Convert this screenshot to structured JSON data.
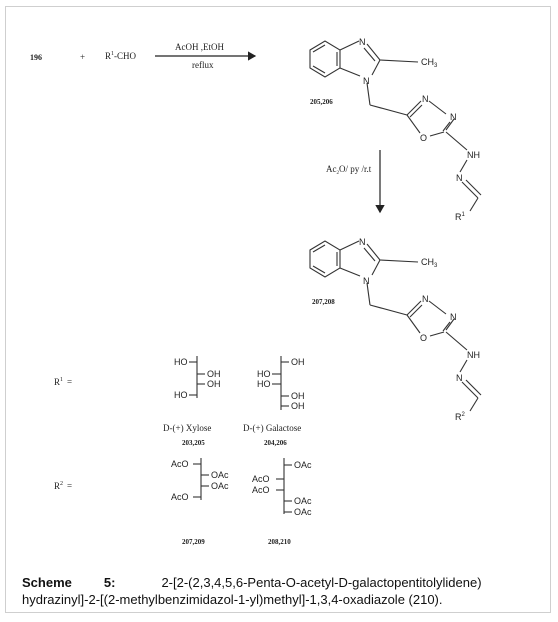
{
  "reaction": {
    "reactant_number": "196",
    "plus": "+",
    "aldehyde_r": "R",
    "aldehyde_sup": "1",
    "aldehyde_rest": "-CHO",
    "conditions_top": "AcOH ,EtOH",
    "conditions_bottom": "reflux",
    "product1_numbers": "205,206",
    "acetylation_a": "Ac",
    "acetylation_sub": "2",
    "acetylation_b": "O/ py /r.t",
    "product2_numbers": "207,208"
  },
  "atoms": {
    "N": "N",
    "O": "O",
    "NH": "NH",
    "CH3": "CH",
    "CH3_sub": "3",
    "R": "R",
    "R1_sup": "1",
    "R2_sup": "2"
  },
  "definitions": {
    "r1_label": "R",
    "r1_sup": "1",
    "r1_eq": "=",
    "r2_label": "R",
    "r2_sup": "2",
    "r2_eq": "=",
    "HO": "HO",
    "OH": "OH",
    "AcO": "AcO",
    "OAc": "OAc",
    "xylose_name": "D-(+) Xylose",
    "galactose_name": "D-(+) Galactose",
    "xylose_numbers": "203,205",
    "galactose_numbers": "204,206",
    "xylose_acetyl_numbers": "207,209",
    "galactose_acetyl_numbers": "208,210"
  },
  "caption": {
    "label": "Scheme",
    "number": "5:",
    "text": "2-[2-(2,3,4,5,6-Penta-O-acetyl-D-galactopentitolylidene) hydrazinyl]-2-[(2-methylbenzimidazol-1-yl)methyl]-1,3,4-oxadiazole (210)."
  }
}
